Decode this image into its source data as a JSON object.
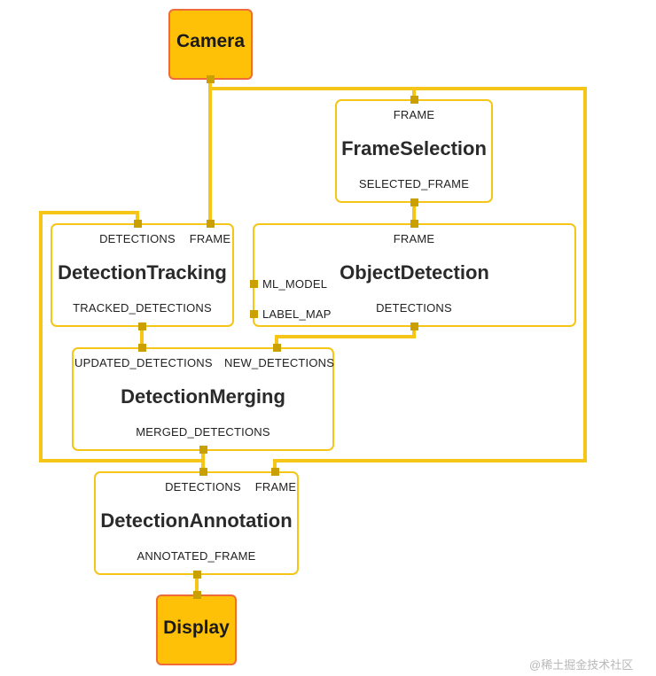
{
  "graph": {
    "camera": {
      "label": "Camera"
    },
    "display": {
      "label": "Display"
    },
    "frame_selection": {
      "title": "FrameSelection",
      "input_frame": "FRAME",
      "output_selected": "SELECTED_FRAME"
    },
    "detection_tracking": {
      "title": "DetectionTracking",
      "input_detections": "DETECTIONS",
      "input_frame": "FRAME",
      "output_tracked": "TRACKED_DETECTIONS"
    },
    "object_detection": {
      "title": "ObjectDetection",
      "input_frame": "FRAME",
      "side_ml_model": "ML_MODEL",
      "side_label_map": "LABEL_MAP",
      "output_detections": "DETECTIONS"
    },
    "detection_merging": {
      "title": "DetectionMerging",
      "input_updated": "UPDATED_DETECTIONS",
      "input_new": "NEW_DETECTIONS",
      "output_merged": "MERGED_DETECTIONS"
    },
    "detection_annotation": {
      "title": "DetectionAnnotation",
      "input_detections": "DETECTIONS",
      "input_frame": "FRAME",
      "output_annotated": "ANNOTATED_FRAME"
    }
  },
  "watermark": "@稀土掘金技术社区",
  "colors": {
    "edge": "#f5c518",
    "node_border": "#f5c518",
    "port": "#c9a000",
    "stream_fill": "#ffc107",
    "stream_border": "#ef6c3a"
  }
}
